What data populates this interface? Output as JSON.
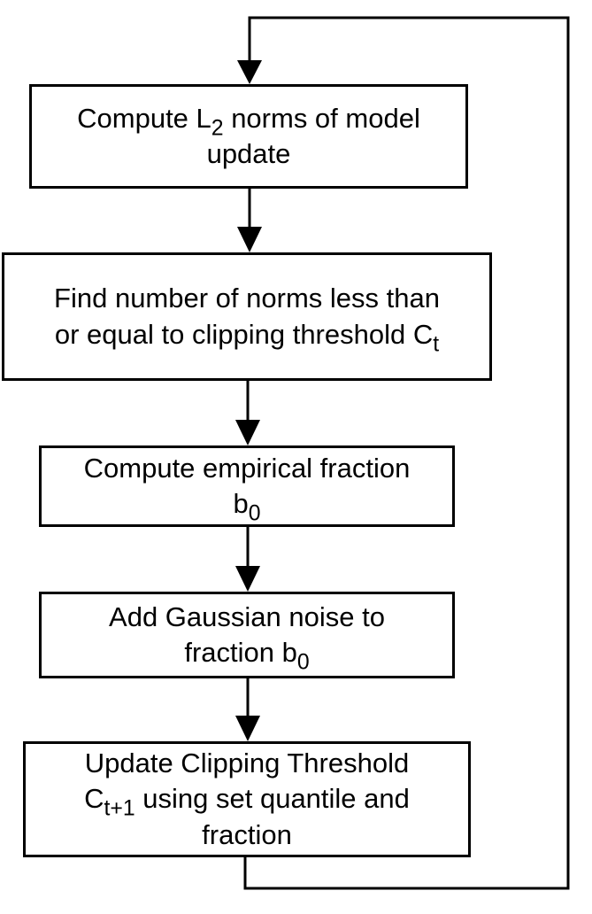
{
  "boxes": [
    {
      "id": "compute-norms",
      "parts": [
        {
          "t": "Compute L"
        },
        {
          "t": "2",
          "sub": true
        },
        {
          "t": " norms of model"
        },
        {
          "br": true
        },
        {
          "t": "update"
        }
      ]
    },
    {
      "id": "find-count",
      "parts": [
        {
          "t": "Find number of norms less than"
        },
        {
          "br": true
        },
        {
          "t": "or equal to clipping threshold C"
        },
        {
          "t": "t",
          "sub": true
        }
      ]
    },
    {
      "id": "empirical-fraction",
      "parts": [
        {
          "t": "Compute empirical fraction"
        },
        {
          "br": true
        },
        {
          "t": "b"
        },
        {
          "t": "0",
          "sub": true
        }
      ]
    },
    {
      "id": "add-noise",
      "parts": [
        {
          "t": "Add Gaussian noise to"
        },
        {
          "br": true
        },
        {
          "t": "fraction b"
        },
        {
          "t": "0",
          "sub": true
        }
      ]
    },
    {
      "id": "update-threshold",
      "parts": [
        {
          "t": "Update Clipping Threshold"
        },
        {
          "br": true
        },
        {
          "t": "C"
        },
        {
          "t": "t+1",
          "sub": true
        },
        {
          "t": " using set quantile and"
        },
        {
          "br": true
        },
        {
          "t": "fraction"
        }
      ]
    }
  ],
  "colors": {
    "stroke": "#000000",
    "fill": "#ffffff"
  }
}
